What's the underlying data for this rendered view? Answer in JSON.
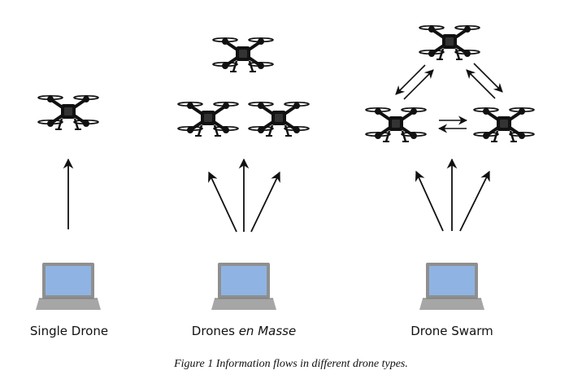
{
  "groups": [
    {
      "id": "single",
      "label_parts": [
        "Single Drone"
      ]
    },
    {
      "id": "masse",
      "label_parts": [
        "Drones ",
        "en Masse"
      ]
    },
    {
      "id": "swarm",
      "label_parts": [
        "Drone Swarm"
      ]
    }
  ],
  "caption": "Figure 1 Information flows in different drone types.",
  "colors": {
    "screen": "#8fb4e3",
    "laptop_frame": "#8f8f8f",
    "keyboard": "#a6a6a6",
    "drone": "#111111",
    "arrow": "#111111"
  },
  "icons": {
    "drone": "quadcopter-drone-icon",
    "laptop": "laptop-icon"
  }
}
